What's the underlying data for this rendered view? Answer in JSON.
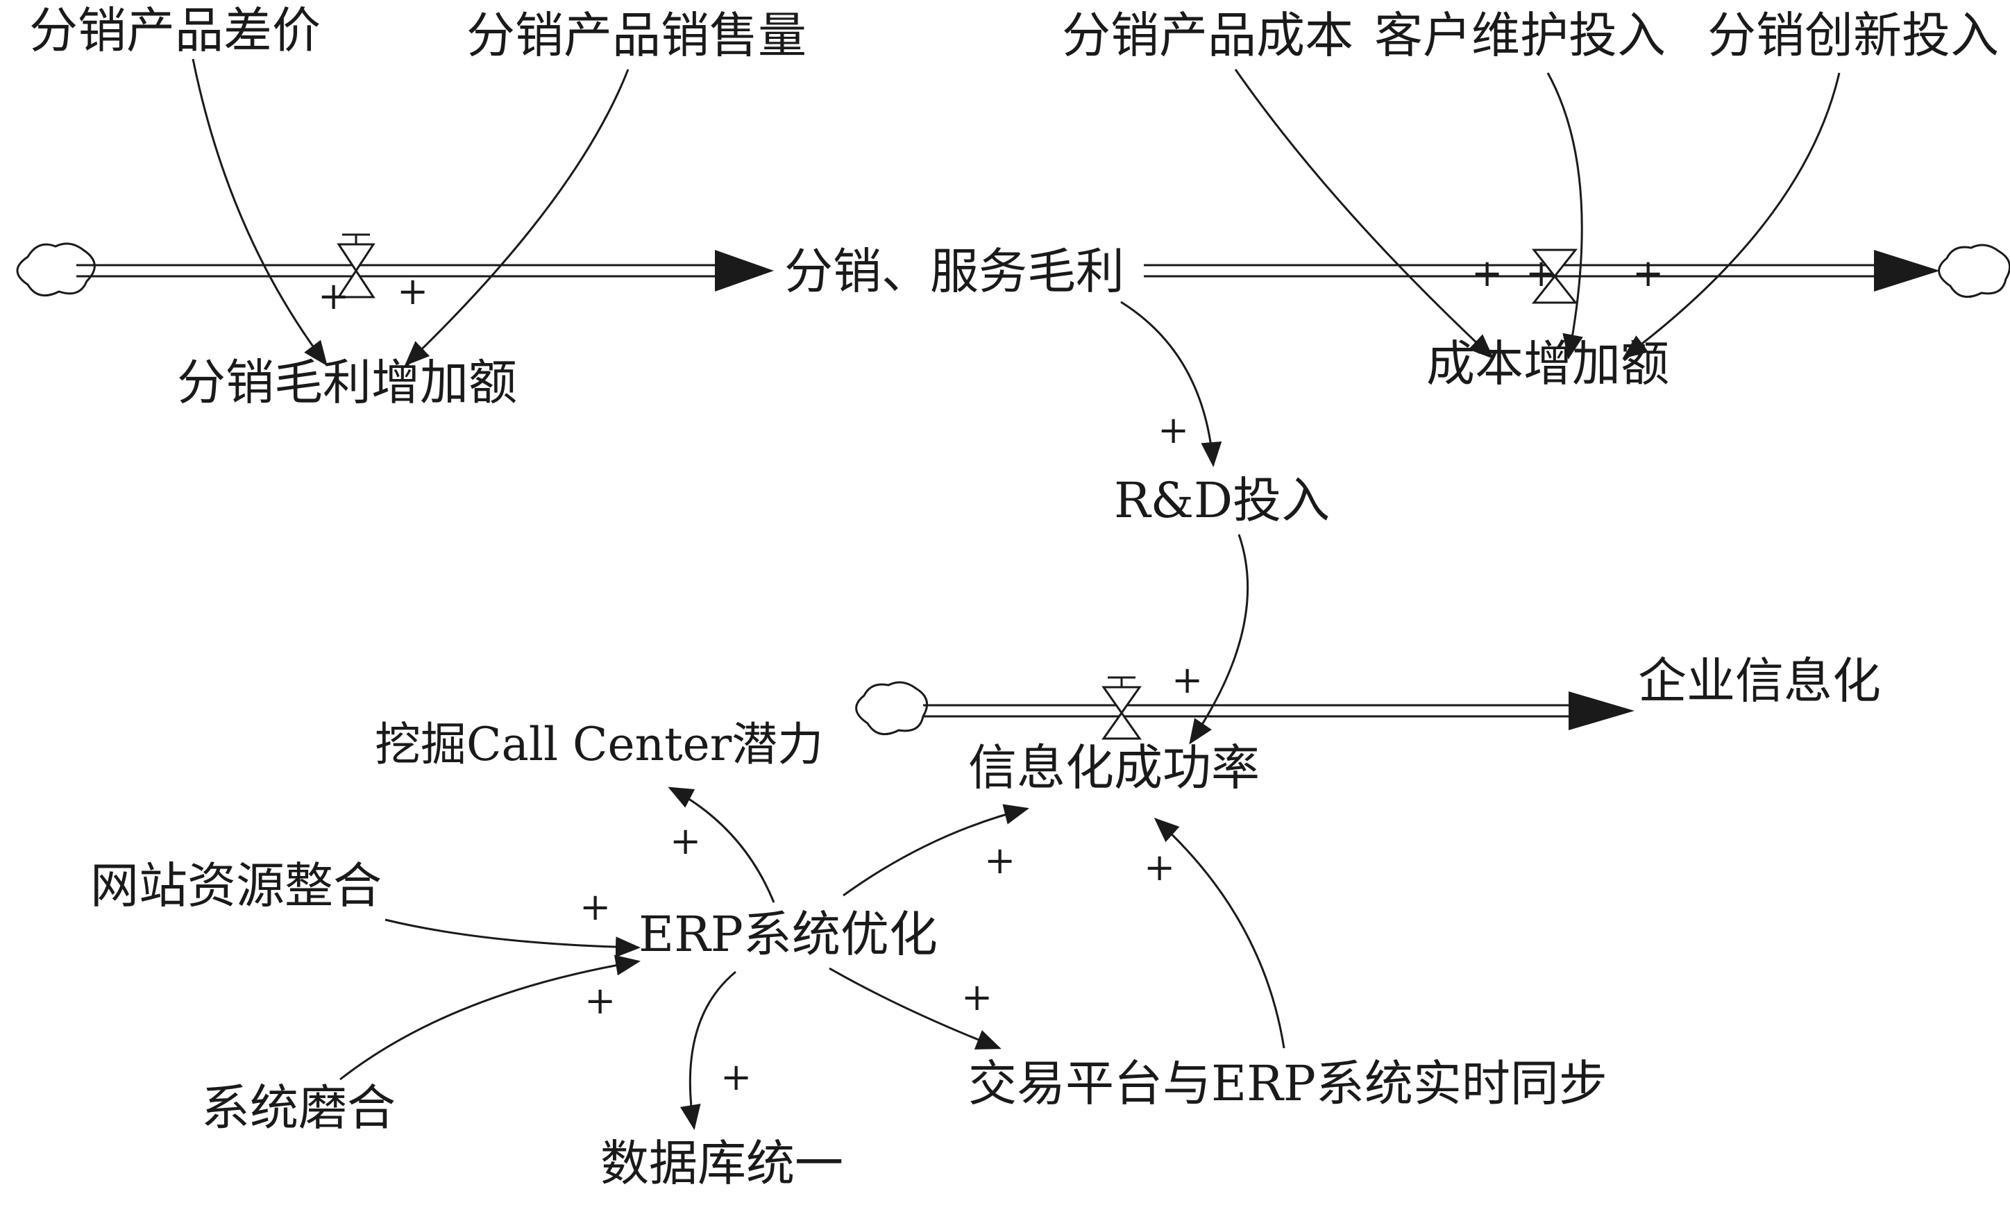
{
  "variables": {
    "fenxiao_chajia": "分销产品差价",
    "fenxiao_xiaoshouliang": "分销产品销售量",
    "fenxiao_chengben": "分销产品成本",
    "kehu_weihu": "客户维护投入",
    "fenxiao_chuangxin": "分销创新投入",
    "maoli_zengjia": "分销毛利增加额",
    "maoli_stock": "分销、服务毛利",
    "chengben_zengjia": "成本增加额",
    "rd_touru": "R&D投入",
    "qiye_xinxihua": "企业信息化",
    "xinxihua_chenggonglv": "信息化成功率",
    "call_center": "挖掘Call Center潜力",
    "wangzhan": "网站资源整合",
    "erp_youhua": "ERP系统优化",
    "xitong_mohe": "系统磨合",
    "shujuku": "数据库统一",
    "jiaoyi_pingtai": "交易平台与ERP系统实时同步"
  },
  "polarity": "+"
}
